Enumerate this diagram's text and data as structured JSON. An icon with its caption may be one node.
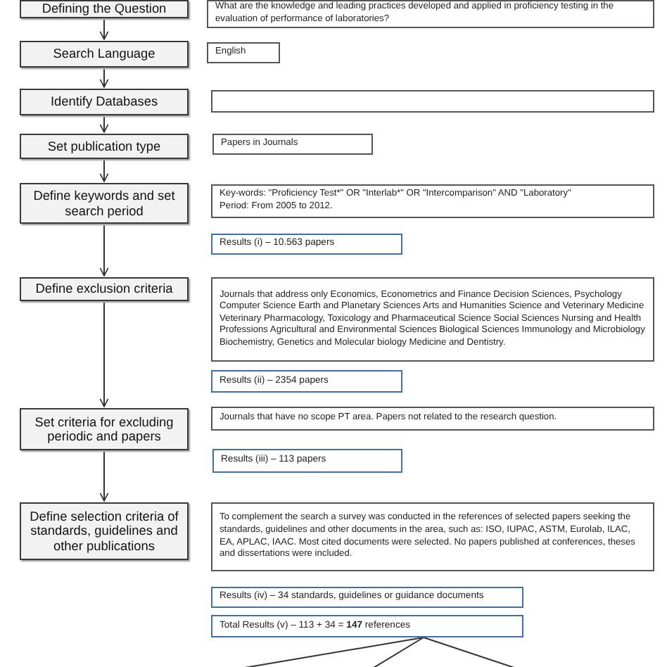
{
  "diagram": {
    "nodes": [
      {
        "text": [
          "Defining the Question"
        ]
      },
      {
        "text": [
          "What are the knowledge and leading practices developed and applied in proficiency testing in the evaluation of performance of laboratories?"
        ]
      },
      {
        "text": [
          "Search Language"
        ]
      },
      {
        "text": [
          "English"
        ]
      },
      {
        "text": [
          "Identify Databases"
        ]
      },
      {
        "text": [],
        "shape": "box"
      },
      {
        "text": [
          "Set publication type"
        ]
      },
      {
        "text": [
          "Papers in Journals"
        ]
      },
      {
        "text": [
          "Define keywords and set search period"
        ]
      },
      {
        "text": [
          "Key-words: \"Proficiency Test*\" OR \"Interlab*\" OR \"Intercomparison\" AND \"Laboratory\"",
          "Period: From 2005 to 2012."
        ]
      },
      {
        "text": [
          "Results (i) – 10.563 papers"
        ]
      },
      {
        "text": [
          "Define exclusion criteria"
        ]
      },
      {
        "text": [
          "Journals that address only Economics, Econometrics and Finance Decision Sciences, Psychology Computer Science Earth and Planetary Sciences Arts and Humanities Science and Veterinary Medicine Veterinary Pharmacology, Toxicology and Pharmaceutical Science Social Sciences Nursing and Health Professions Agricultural and Environmental Sciences Biological Sciences Immunology and Microbiology Biochemistry, Genetics and Molecular biology Medicine and Dentistry."
        ]
      },
      {
        "text": [
          "Results (ii) – 2354 papers"
        ]
      },
      {
        "text": [
          "Set criteria for excluding periodic and papers"
        ]
      },
      {
        "text": [
          "Journals that have no scope PT area. Papers not related to the research question."
        ]
      },
      {
        "text": [
          "Results (iii) – 113 papers"
        ]
      },
      {
        "text": [
          "Define selection criteria of standards, guidelines and other publications"
        ]
      },
      {
        "text": [
          "To complement the search a survey was conducted in the references of selected papers seeking the standards, guidelines and other documents in the area, such as: ISO, IUPAC, ASTM, Eurolab, ILAC, EA, APLAC, IAAC. Most cited documents were selected. No papers published at conferences, theses and dissertations were included."
        ]
      },
      {
        "text": [
          "Results (iv) – 34 standards, guidelines or guidance documents"
        ]
      },
      {
        "text": [
          "Total Results (v) – 113 + 34 = **147** references"
        ]
      }
    ],
    "edges": [
      {
        "from": 0,
        "to": 2,
        "arrow": "to"
      },
      {
        "from": 2,
        "to": 4,
        "arrow": "to"
      },
      {
        "from": 4,
        "to": 6,
        "arrow": "to"
      },
      {
        "from": 6,
        "to": 8,
        "arrow": "to"
      },
      {
        "from": 8,
        "to": 11,
        "arrow": "to"
      },
      {
        "from": 11,
        "to": 14,
        "arrow": "to"
      },
      {
        "from": 14,
        "to": 17,
        "arrow": "to"
      },
      {
        "from": 20,
        "to": null,
        "arrow": "none"
      },
      {
        "from": 20,
        "to": null,
        "arrow": "none"
      },
      {
        "from": 20,
        "to": null,
        "arrow": "none"
      }
    ]
  }
}
